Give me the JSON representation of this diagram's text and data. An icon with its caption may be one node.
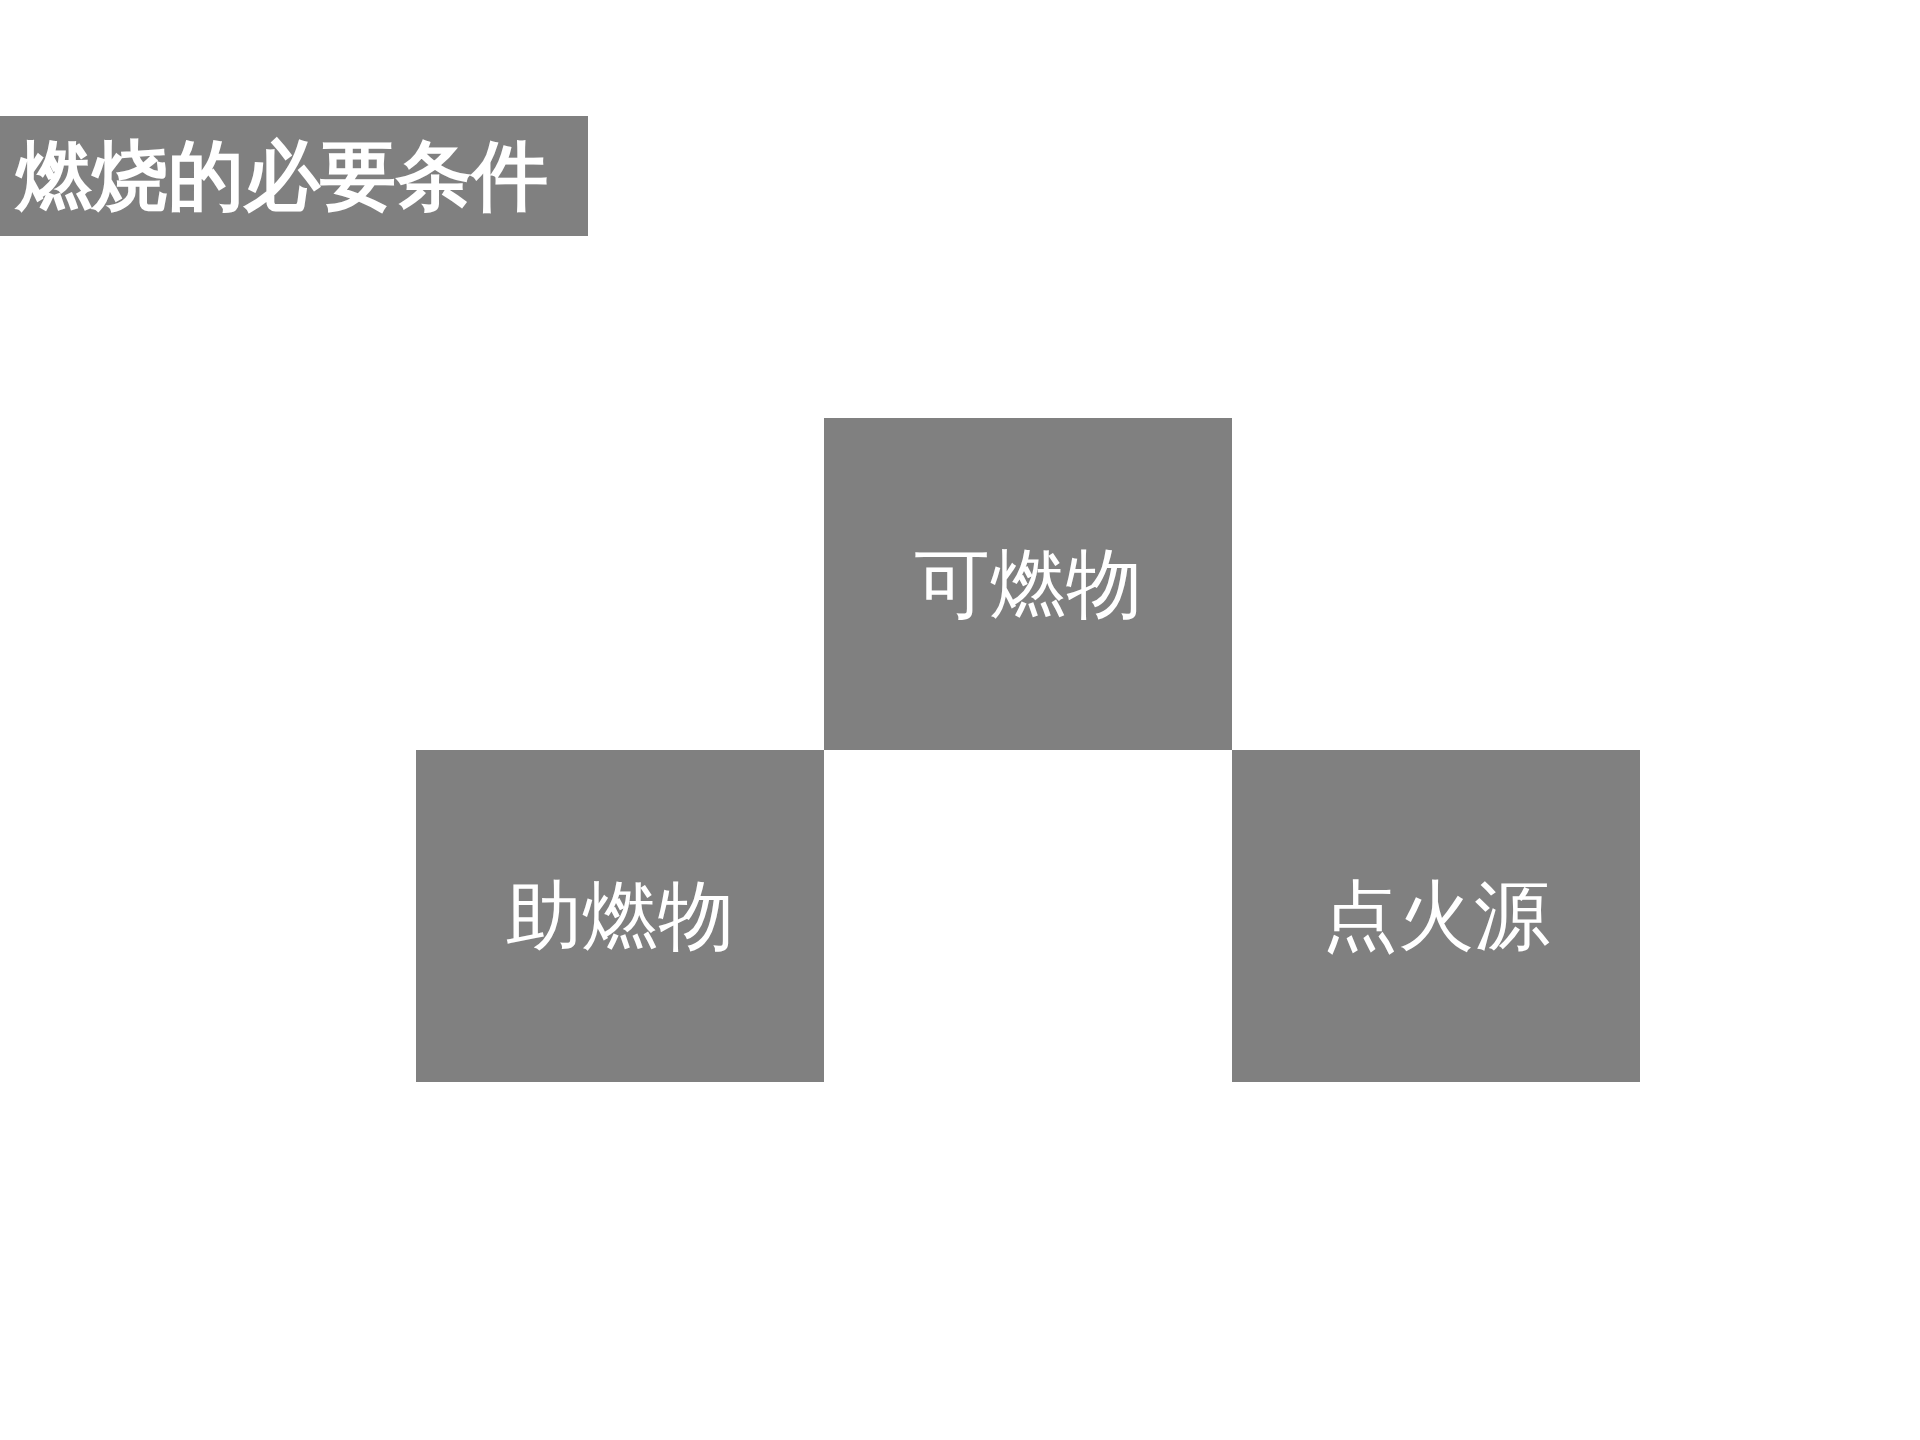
{
  "diagram": {
    "title": "燃烧的必要条件",
    "nodes": [
      {
        "text": [
          "可燃物"
        ]
      },
      {
        "text": [
          "助燃物"
        ]
      },
      {
        "text": [
          "点火源"
        ]
      }
    ],
    "edges": []
  }
}
